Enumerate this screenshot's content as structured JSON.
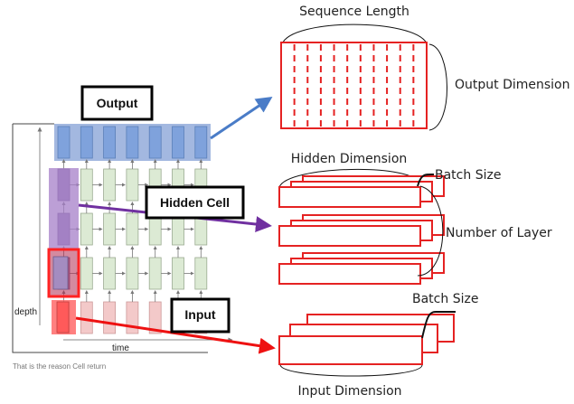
{
  "left_diagram": {
    "labels": {
      "output": "Output",
      "hidden_cell": "Hidden Cell",
      "input": "Input",
      "depth_axis": "depth",
      "time_axis": "time",
      "caption": "That is the reason Cell return"
    },
    "timesteps": 7,
    "layers": [
      "output",
      "hidden",
      "hidden",
      "hidden",
      "input"
    ],
    "colors": {
      "output_cell": "#7fa2dc",
      "output_band": "#a3b8e0",
      "hidden_cell": "#dcead4",
      "input_cell": "#f3c9c9",
      "highlight_purple": "#a67fc8",
      "highlight_red": "#ff4444",
      "arrow_blue": "#4a7cc7",
      "arrow_purple": "#7030a0",
      "arrow_red": "#ee1111"
    }
  },
  "output_tensor": {
    "top_label": "Sequence Length",
    "side_label": "Output Dimension",
    "dashed_columns": 10
  },
  "hidden_tensor": {
    "top_label": "Hidden Dimension",
    "batch_label": "Batch Size",
    "side_label": "Number of Layer",
    "layer_stacks": 3,
    "sheets_per_stack": 3
  },
  "input_tensor": {
    "batch_label": "Batch Size",
    "bottom_label": "Input Dimension",
    "sheets": 3
  }
}
